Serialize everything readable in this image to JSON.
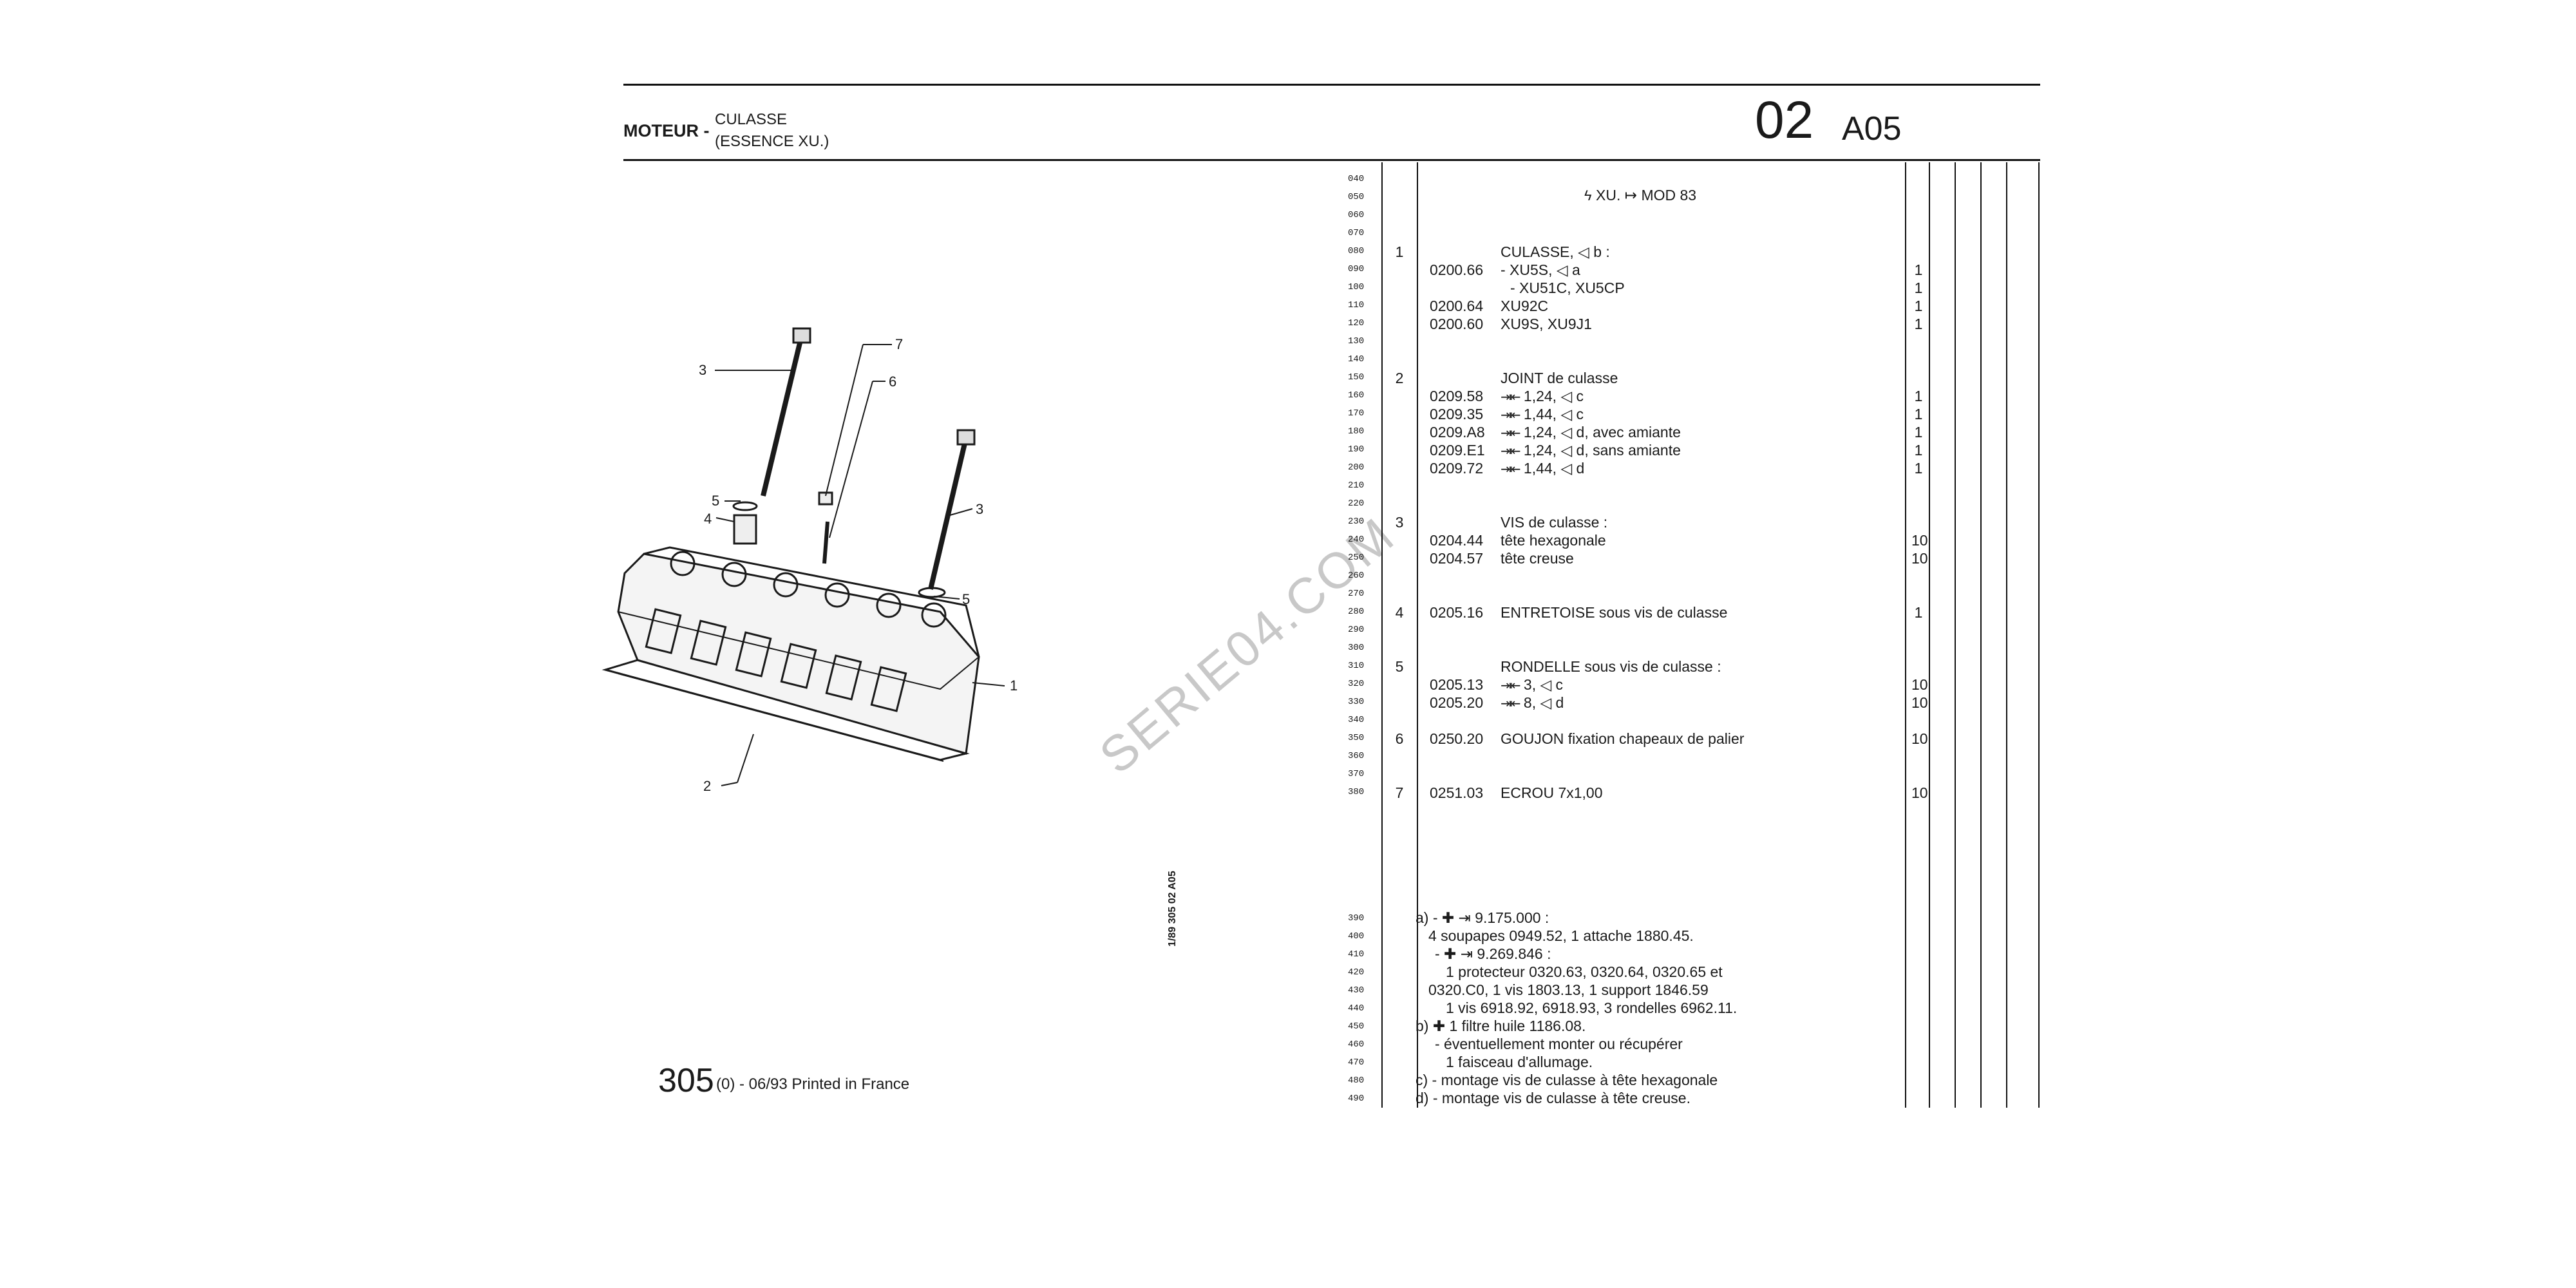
{
  "header": {
    "section": "MOTEUR -",
    "title_line1": "CULASSE",
    "title_line2": "(ESSENCE XU.)",
    "group_code": "02",
    "sheet_code": "A05"
  },
  "footer": {
    "page_number": "305",
    "page_suffix": "(0) - 06/93 Printed in France",
    "vertical_code": "1/89 305 02 A05"
  },
  "watermark": "SERIE04.COM",
  "diagram": {
    "callouts": [
      "1",
      "2",
      "3",
      "3",
      "4",
      "5",
      "5",
      "6",
      "7"
    ]
  },
  "table": {
    "top_note": "XU. ↦ MOD 83",
    "line_numbers": [
      "040",
      "050",
      "060",
      "070",
      "080",
      "090",
      "100",
      "110",
      "120",
      "130",
      "140",
      "150",
      "160",
      "170",
      "180",
      "190",
      "200",
      "210",
      "220",
      "230",
      "240",
      "250",
      "260",
      "270",
      "280",
      "290",
      "300",
      "310",
      "320",
      "330",
      "340",
      "350",
      "360",
      "370",
      "380"
    ],
    "note_line_numbers": [
      "390",
      "400",
      "410",
      "420",
      "430",
      "440",
      "450",
      "460",
      "470",
      "480",
      "490"
    ],
    "rows": [
      {
        "ref": "1",
        "part": "",
        "desc": "CULASSE, ◁ b :",
        "qty": ""
      },
      {
        "ref": "",
        "part": "0200.66",
        "desc": "- XU5S, ◁ a",
        "qty": "1"
      },
      {
        "ref": "",
        "part": "",
        "desc": "- XU51C, XU5CP",
        "qty": "1"
      },
      {
        "ref": "",
        "part": "0200.64",
        "desc": "XU92C",
        "qty": "1"
      },
      {
        "ref": "",
        "part": "0200.60",
        "desc": "XU9S, XU9J1",
        "qty": "1"
      },
      {
        "ref": "2",
        "part": "",
        "desc": "JOINT de culasse",
        "qty": ""
      },
      {
        "ref": "",
        "part": "0209.58",
        "desc": "1,24, ◁ c",
        "qty": "1"
      },
      {
        "ref": "",
        "part": "0209.35",
        "desc": "1,44, ◁ c",
        "qty": "1"
      },
      {
        "ref": "",
        "part": "0209.A8",
        "desc": "1,24, ◁ d, avec amiante",
        "qty": "1"
      },
      {
        "ref": "",
        "part": "0209.E1",
        "desc": "1,24, ◁ d, sans amiante",
        "qty": "1"
      },
      {
        "ref": "",
        "part": "0209.72",
        "desc": "1,44, ◁ d",
        "qty": "1"
      },
      {
        "ref": "3",
        "part": "",
        "desc": "VIS de culasse :",
        "qty": ""
      },
      {
        "ref": "",
        "part": "0204.44",
        "desc": "tête hexagonale",
        "qty": "10"
      },
      {
        "ref": "",
        "part": "0204.57",
        "desc": "tête creuse",
        "qty": "10"
      },
      {
        "ref": "4",
        "part": "0205.16",
        "desc": "ENTRETOISE sous vis de culasse",
        "qty": "1"
      },
      {
        "ref": "5",
        "part": "",
        "desc": "RONDELLE sous vis de culasse :",
        "qty": ""
      },
      {
        "ref": "",
        "part": "0205.13",
        "desc": "3, ◁ c",
        "qty": "10"
      },
      {
        "ref": "",
        "part": "0205.20",
        "desc": "8, ◁ d",
        "qty": "10"
      },
      {
        "ref": "6",
        "part": "0250.20",
        "desc": "GOUJON fixation chapeaux de palier",
        "qty": "10"
      },
      {
        "ref": "7",
        "part": "0251.03",
        "desc": "ECROU 7x1,00",
        "qty": "10"
      }
    ],
    "notes": [
      "a) - ✚ ⇥ 9.175.000 :",
      "4 soupapes 0949.52, 1 attache 1880.45.",
      "- ✚ ⇥ 9.269.846 :",
      "1 protecteur 0320.63, 0320.64, 0320.65 et",
      "0320.C0, 1 vis 1803.13, 1 support 1846.59",
      "1 vis 6918.92, 6918.93, 3 rondelles 6962.11.",
      "b) ✚ 1 filtre huile 1186.08.",
      "- éventuellement monter ou récupérer",
      "1 faisceau d'allumage.",
      "c) - montage vis de culasse à tête hexagonale",
      "d) - montage vis de culasse à tête creuse."
    ]
  }
}
